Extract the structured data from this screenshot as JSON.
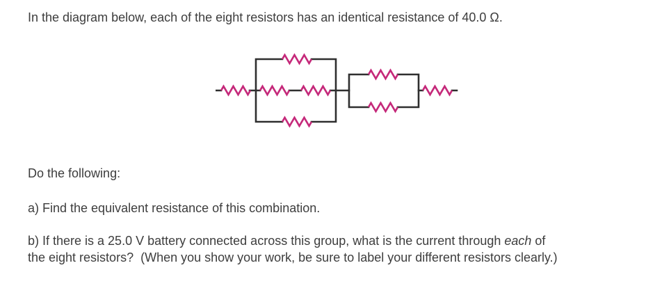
{
  "theme": {
    "background": "#ffffff",
    "text_color": "#3d3d3d",
    "wire_color": "#2f2f2f",
    "resistor_color": "#c5297a"
  },
  "intro": {
    "text": "In the diagram below, each of the eight resistors has an identical resistance of 40.0 Ω."
  },
  "diagram": {
    "type": "circuit",
    "resistor_count": 8,
    "resistance_each": "40.0 Ω",
    "resistor_positions": [
      "series-left",
      "parallel-group-1-top",
      "parallel-group-1-middle-left",
      "parallel-group-1-middle-right",
      "parallel-group-1-bottom",
      "parallel-group-2-top",
      "parallel-group-2-bottom",
      "series-right"
    ]
  },
  "questions": {
    "prompt": "Do the following:",
    "a": "a) Find the equivalent resistance of this combination.",
    "b_part1": "b) If there is a 25.0 V battery connected across this group, what is the current through ",
    "b_italic": "each",
    "b_part2": " of",
    "b_line2": "the eight resistors?  (When you show your work, be sure to label your different resistors clearly.)"
  }
}
